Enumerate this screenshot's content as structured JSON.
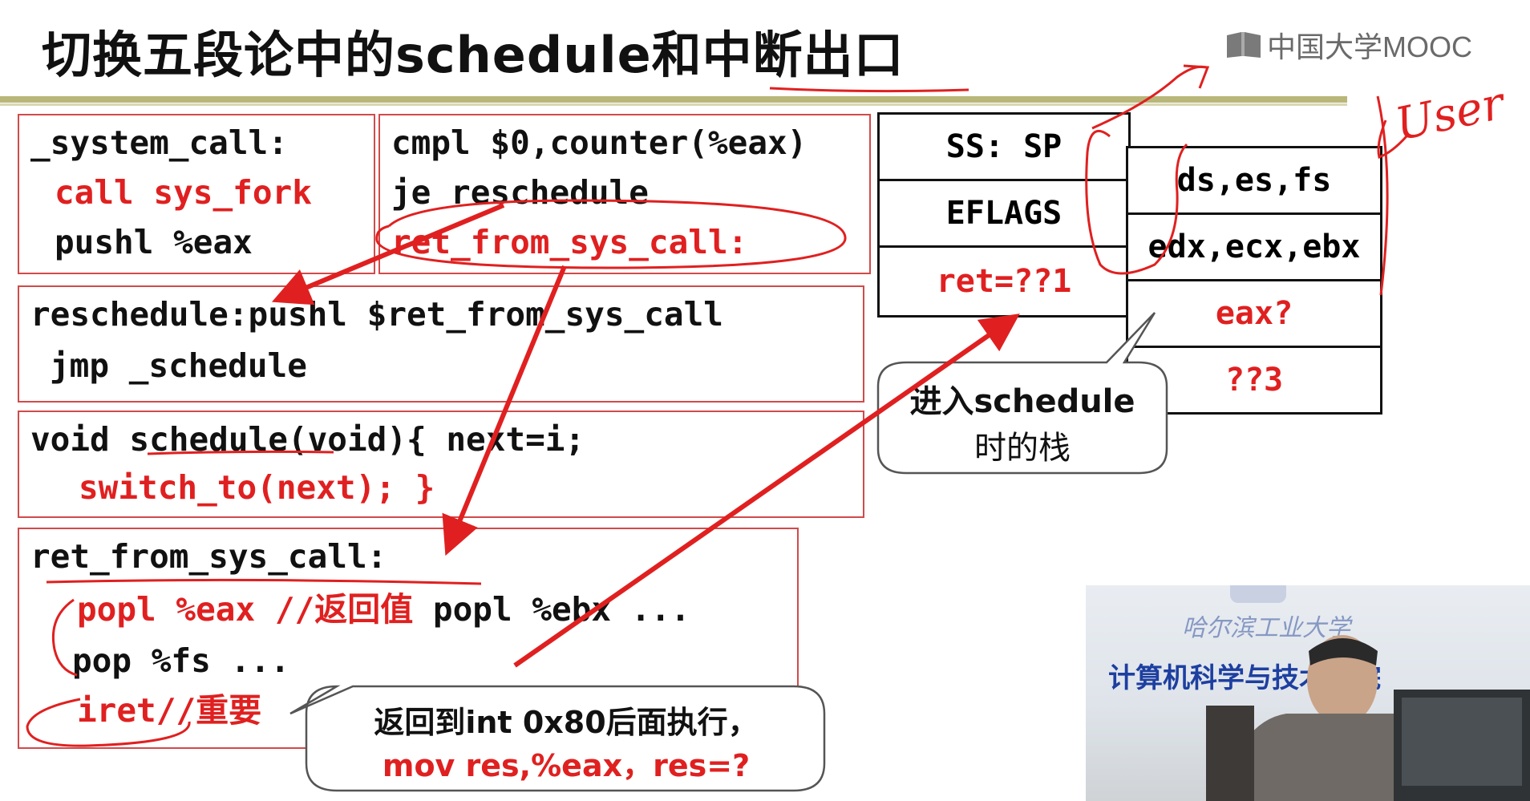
{
  "title": "切换五段论中的schedule和中断出口",
  "logo": {
    "text": "中国大学MOOC",
    "icon": "mooc-book-icon"
  },
  "boxes": {
    "system_call": {
      "line1": "_system_call:",
      "line2": "call sys_fork",
      "line3": "pushl %eax"
    },
    "cmpl": {
      "line1": "cmpl $0,counter(%eax)",
      "line2": "je reschedule",
      "line3": "ret_from_sys_call:"
    },
    "reschedule": {
      "line1": "reschedule:pushl $ret_from_sys_call",
      "line2": "jmp _schedule"
    },
    "schedule": {
      "line1": "void schedule(void){ next=i;",
      "line2": "switch_to(next); }"
    },
    "ret_from": {
      "line1": "ret_from_sys_call:",
      "line2a": "popl %eax //返回值",
      "line2b": " popl %ebx ...",
      "line3": "pop %fs ...",
      "line4": "iret//重要"
    }
  },
  "stack_left": [
    "SS: SP",
    "EFLAGS",
    "ret=??1"
  ],
  "stack_right": [
    "ds,es,fs",
    "edx,ecx,ebx",
    "eax?",
    "??3"
  ],
  "bubble_schedule": {
    "line1": "进入schedule",
    "line2": "时的栈"
  },
  "bubble_return": {
    "line1": "返回到int 0x80后面执行，",
    "line2": "mov res,%eax，res=?"
  },
  "annotation_user": "User",
  "video": {
    "sign": "计算机科学与技术学院",
    "calligraphy": "哈尔滨工业大学"
  },
  "colors": {
    "accent_red": "#e02020",
    "box_border": "#d24a4a",
    "rule": "#b9b67a"
  }
}
